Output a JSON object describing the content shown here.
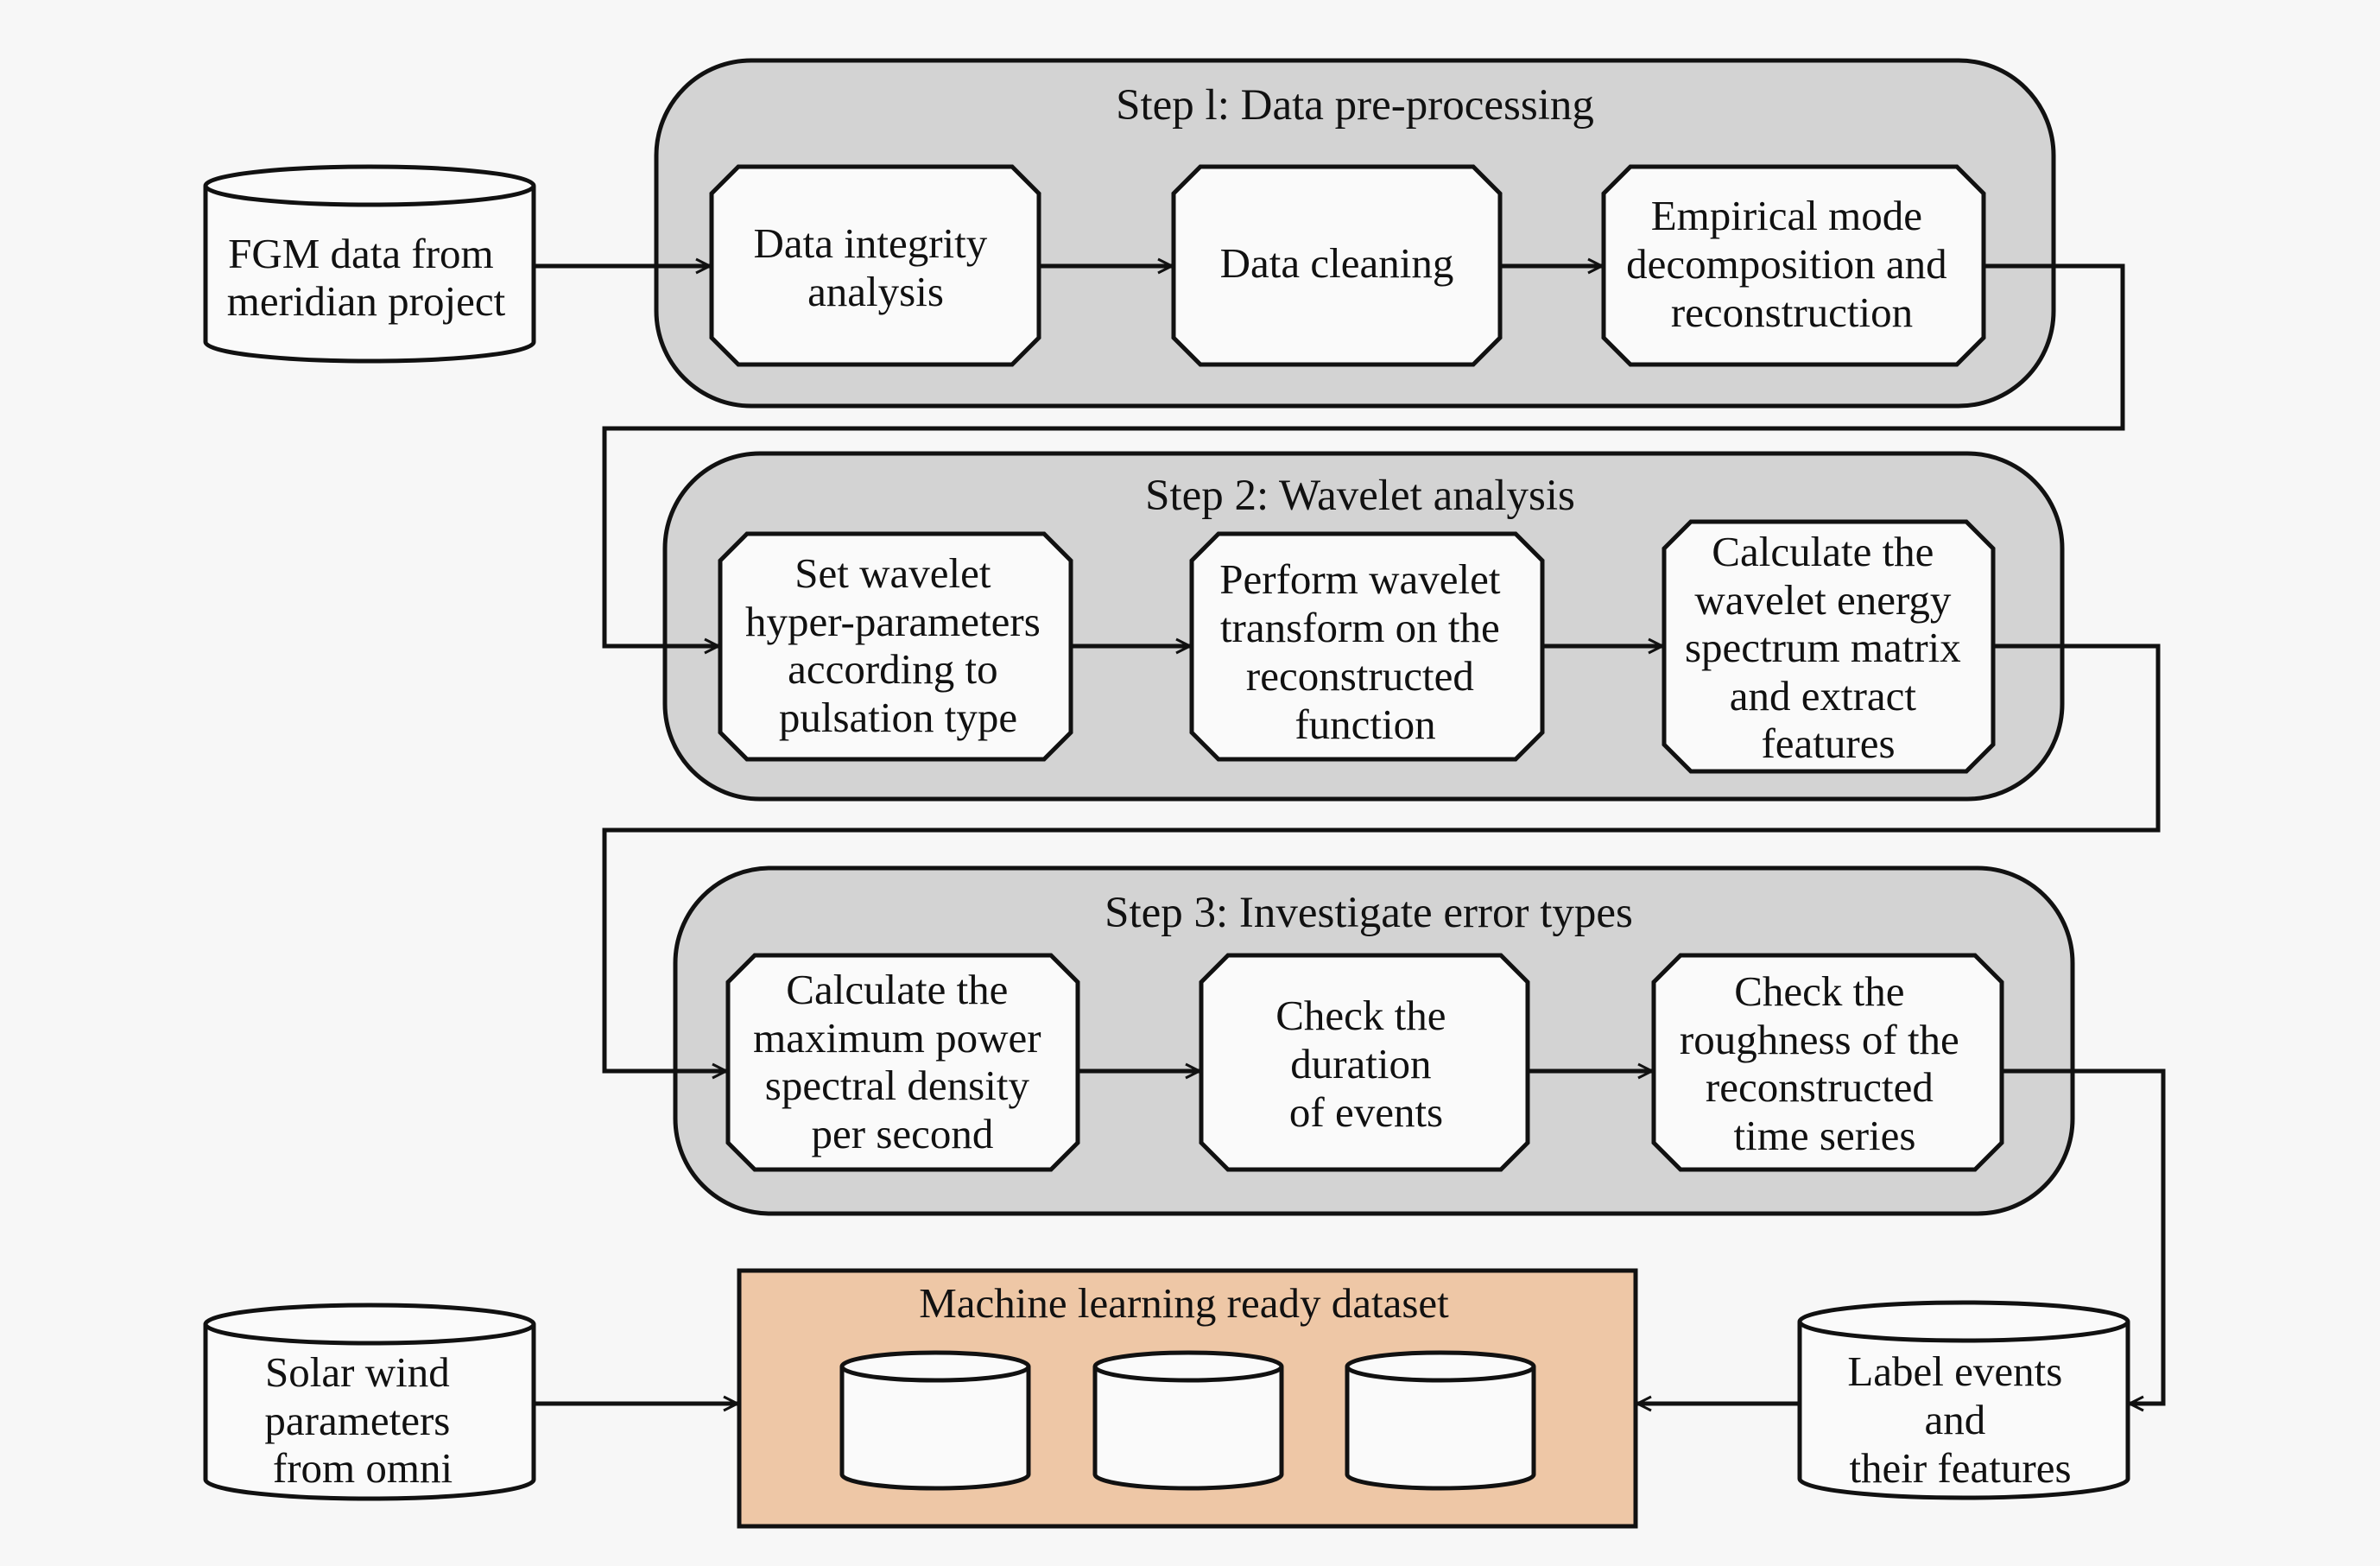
{
  "sources": {
    "fgm": [
      "FGM data from",
      "meridian project"
    ],
    "solar_wind": [
      "Solar wind",
      "parameters",
      "from omni"
    ]
  },
  "steps": [
    {
      "title": "Step l: Data pre-processing",
      "boxes": [
        [
          "Data integrity",
          "analysis"
        ],
        [
          "Data cleaning"
        ],
        [
          "Empirical mode",
          "decomposition and",
          "reconstruction"
        ]
      ]
    },
    {
      "title": "Step 2: Wavelet analysis",
      "boxes": [
        [
          "Set wavelet",
          "hyper-parameters",
          "according to",
          "pulsation type"
        ],
        [
          "Perform wavelet",
          "transform on the",
          "reconstructed",
          "function"
        ],
        [
          "Calculate the",
          "wavelet energy",
          "spectrum matrix",
          "and extract",
          "features"
        ]
      ]
    },
    {
      "title": "Step 3: Investigate error types",
      "boxes": [
        [
          "Calculate the",
          "maximum power",
          "spectral density",
          "per second"
        ],
        [
          "Check the",
          "duration",
          "of events"
        ],
        [
          "Check the",
          "roughness of the",
          "reconstructed",
          "time series"
        ]
      ]
    }
  ],
  "dataset": {
    "title": "Machine learning ready dataset"
  },
  "labels_db": [
    "Label events",
    "and",
    "their features"
  ],
  "colors": {
    "group_fill": "#d3d3d3",
    "box_fill": "#fafafa",
    "dataset_fill": "#eec7a6",
    "stroke": "#111111",
    "background": "#f7f7f7"
  }
}
